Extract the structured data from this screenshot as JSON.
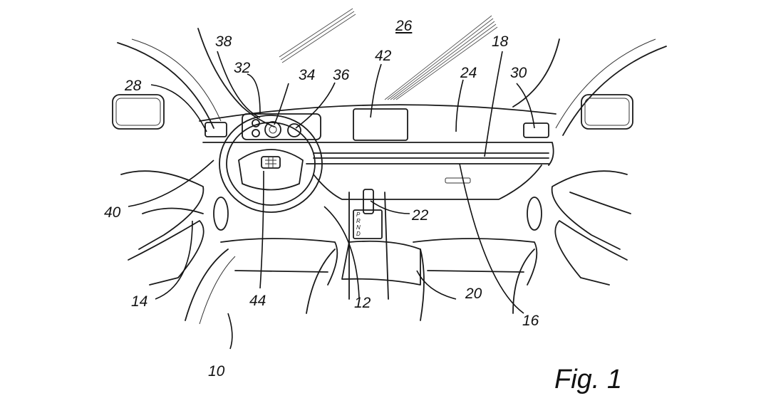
{
  "figure": {
    "caption": "Fig. 1",
    "subject": "vehicle interior, driver view"
  },
  "reference_numerals": {
    "n10": "10",
    "n12": "12",
    "n14": "14",
    "n16": "16",
    "n18": "18",
    "n20": "20",
    "n22": "22",
    "n24": "24",
    "n26": "26",
    "n28": "28",
    "n30": "30",
    "n32": "32",
    "n34": "34",
    "n36": "36",
    "n38": "38",
    "n40": "40",
    "n42": "42",
    "n44": "44"
  },
  "gear_selector_labels": [
    "P",
    "R",
    "N",
    "D"
  ],
  "colors": {
    "ink": "#111111",
    "paper": "#ffffff"
  }
}
